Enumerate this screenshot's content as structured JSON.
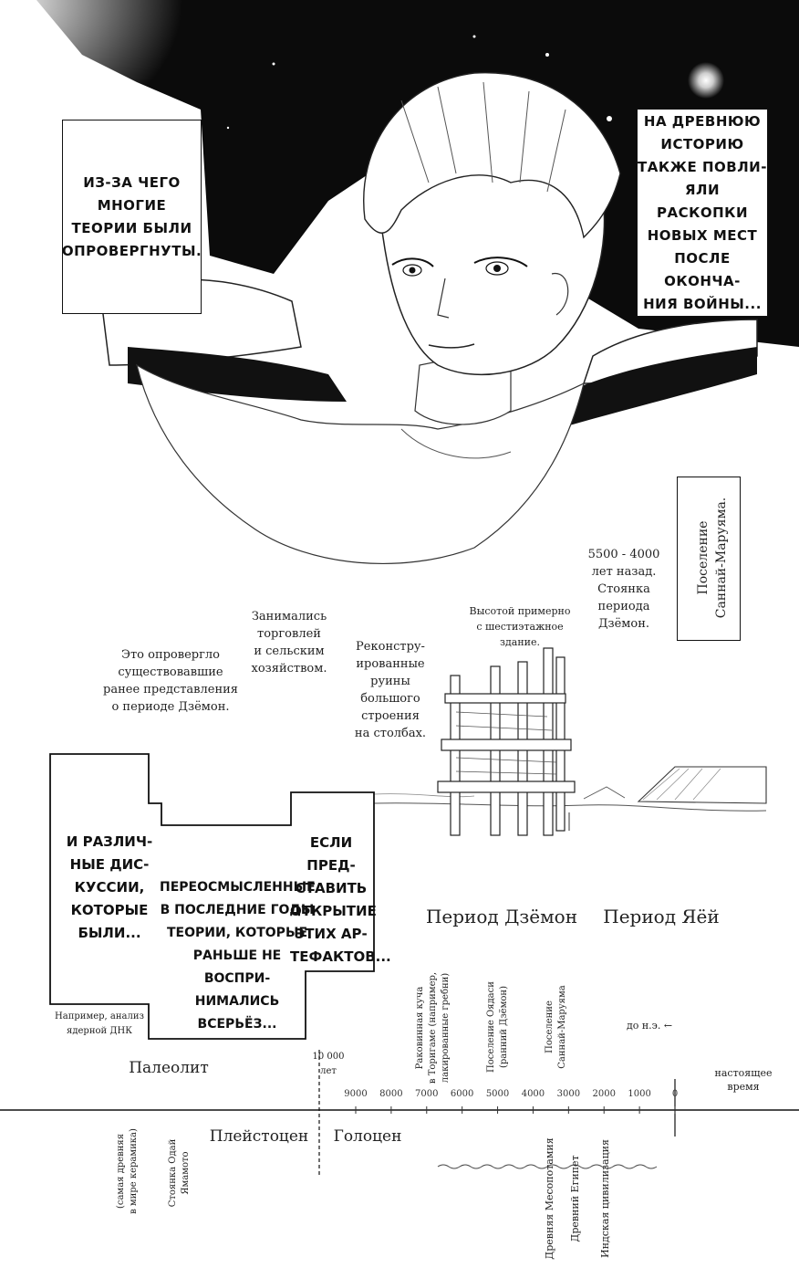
{
  "captions": {
    "top_left": "ИЗ-ЗА ЧЕГО\nМНОГИЕ\nТЕОРИИ БЫЛИ\nОПРОВЕРГНУТЫ.",
    "top_right": "НА ДРЕВНЮЮ\nИСТОРИЮ\nТАКЖЕ ПОВЛИ-\nЯЛИ РАСКОПКИ\nНОВЫХ МЕСТ\nПОСЛЕ ОКОНЧА-\nНИЯ ВОЙНЫ...",
    "site_box": "Поселение\nСаннай-Маруяма.",
    "bottom_a": "И РАЗЛИЧ-\nНЫЕ ДИС-\nКУССИИ,\nКОТОРЫЕ\nБЫЛИ...",
    "bottom_b": "ПЕРЕОСМЫСЛЕННЫЕ\nВ ПОСЛЕДНИЕ ГОДЫ\nТЕОРИИ, КОТОРЫЕ\nРАНЬШЕ НЕ ВОСПРИ-\nНИМАЛИСЬ ВСЕРЬЁЗ...",
    "bottom_c": "ЕСЛИ ПРЕД-\nСТАВИТЬ\nОТКРЫТИЕ\nЭТИХ АР-\nТЕФАКТОВ..."
  },
  "notes": {
    "date_note": "5500 - 4000\nлет назад.\nСтоянка\nпериода\nДзёмон.",
    "height_note": "Высотой примерно\nс шестиэтажное\nздание.",
    "farming_note": "Занимались\nторговлей\nи сельским\nхозяйством.",
    "ruins_note": "Реконстру-\nированные\nруины\nбольшого\nстроения\nна столбах.",
    "disproved_note": "Это опровергло\nсуществовавшие\nранее представления\nо периоде Дзёмон.",
    "dna_note": "Например, анализ\nядерной ДНК"
  },
  "timeline": {
    "jomon_label": "Период Дзёмон",
    "yayoi_label": "Период Яёй",
    "paleolithic_label": "Палеолит",
    "pleistocene_label": "Плейстоцен",
    "holocene_label": "Голоцен",
    "years_10000": "10 000\nлет",
    "bc_label": "до н.э. ←",
    "present_label": "настоящее\nвремя",
    "ticks": [
      "9000",
      "8000",
      "7000",
      "6000",
      "5000",
      "4000",
      "3000",
      "2000",
      "1000",
      "0"
    ],
    "above_vertical": [
      "Раковинная куча\nв Торигаме (например,\nлакированные гребни)",
      "Поселение Оядаси\n(ранний Дзёмон)",
      "Поселение\nСаннай-Маруяма"
    ],
    "below_vertical": [
      "(самая древняя\nв мире керамика)",
      "Стоянка Одай\nЯмамото",
      "Древняя Месопотамия",
      "Древний Египет",
      "Индская цивилизация"
    ]
  }
}
